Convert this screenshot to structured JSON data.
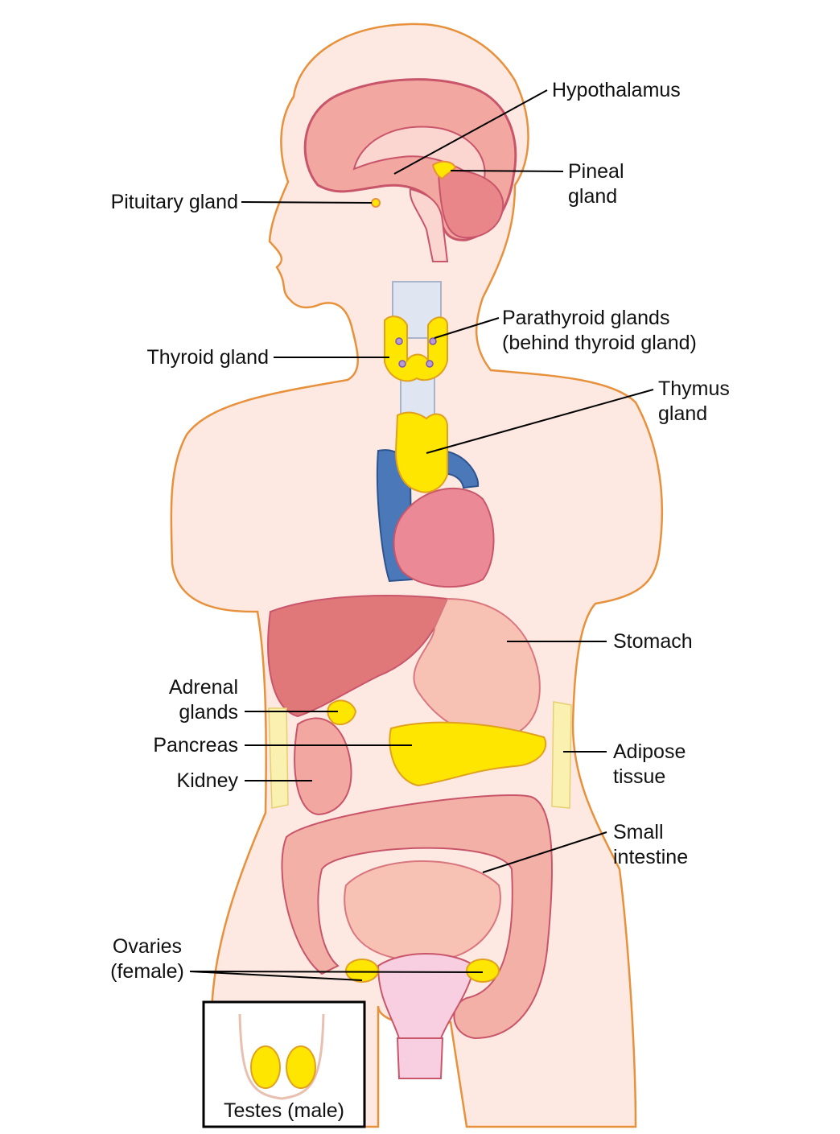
{
  "labels": {
    "hypothalamus": [
      "Hypothalamus"
    ],
    "pineal": [
      "Pineal",
      "gland"
    ],
    "pituitary": [
      "Pituitary gland"
    ],
    "parathyroid": [
      "Parathyroid glands",
      "(behind thyroid gland)"
    ],
    "thyroid": [
      "Thyroid gland"
    ],
    "thymus": [
      "Thymus",
      "gland"
    ],
    "stomach": [
      "Stomach"
    ],
    "adrenal": [
      "Adrenal",
      "glands"
    ],
    "pancreas": [
      "Pancreas"
    ],
    "kidney": [
      "Kidney"
    ],
    "adipose": [
      "Adipose",
      "tissue"
    ],
    "small_intestine": [
      "Small",
      "intestine"
    ],
    "ovaries": [
      "Ovaries",
      "(female)"
    ],
    "testes": [
      "Testes (male)"
    ]
  },
  "colors": {
    "body_fill": "#fde9e2",
    "body_outline": "#e8913c",
    "gland_yellow": "#ffe600",
    "organ_pink": "#f2a8a0",
    "organ_outline": "#c9556a",
    "vein_blue": "#4a78b8",
    "leader_line": "#000000"
  }
}
